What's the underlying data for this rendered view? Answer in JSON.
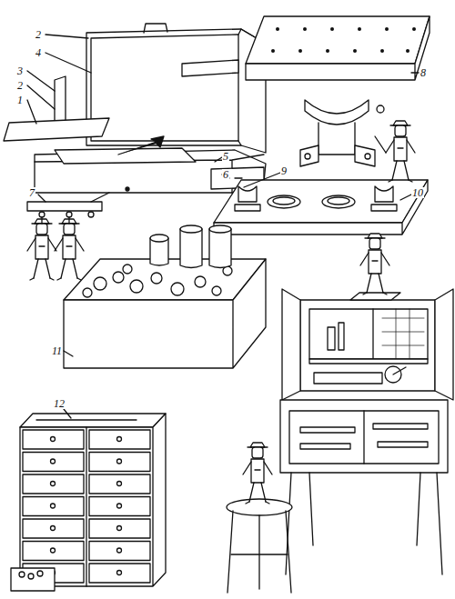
{
  "diagram": {
    "labels": [
      "2",
      "4",
      "3",
      "2",
      "1",
      "5",
      "6",
      "8",
      "9",
      "10",
      "7",
      "11",
      "12"
    ]
  }
}
